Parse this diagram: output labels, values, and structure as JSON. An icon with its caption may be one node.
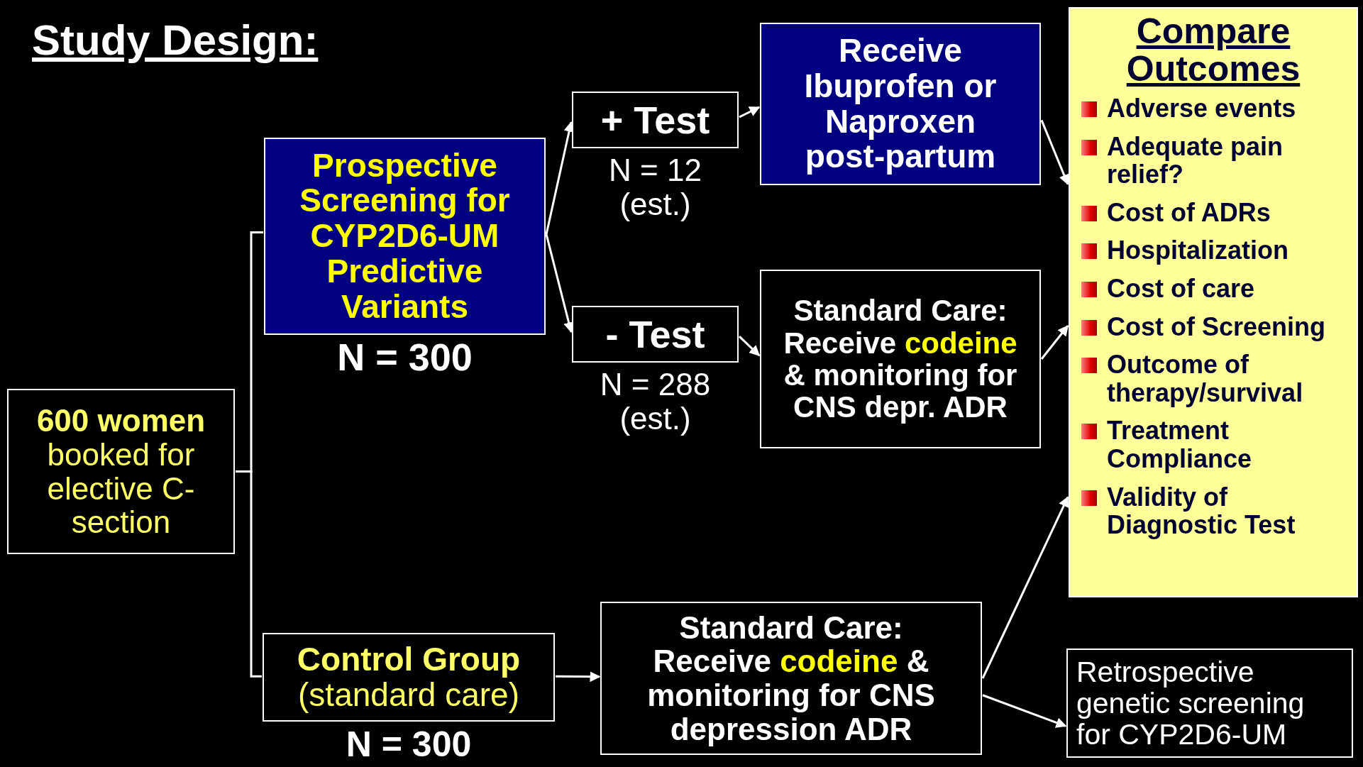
{
  "diagram": {
    "title": "Study Design:",
    "nodes": [
      {
        "text": [
          "**600 women** booked for elective C-section"
        ]
      },
      {
        "text": [
          "Prospective Screening for CYP2D6-UM Predictive Variants"
        ],
        "beside": [
          "N = 300"
        ]
      },
      {
        "text": [
          "+ Test"
        ],
        "beside": [
          "N = 12 (est.)"
        ]
      },
      {
        "text": [
          "- Test"
        ],
        "beside": [
          "N = 288 (est.)"
        ]
      },
      {
        "text": [
          "Receive Ibuprofen or Naproxen post-partum"
        ]
      },
      {
        "text": [
          "Standard Care: Receive *codeine* & monitoring for CNS depr. ADR"
        ]
      },
      {
        "text": [
          "Compare Outcomes",
          "Adverse events",
          "Adequate pain relief?",
          "Cost of ADRs",
          "Hospitalization",
          "Cost of care",
          "Cost of Screening",
          "Outcome of therapy/survival",
          "Treatment Compliance",
          "Validity of Diagnostic Test"
        ]
      },
      {
        "text": [
          "**Control Group** (standard care)"
        ],
        "beside": [
          "N = 300"
        ]
      },
      {
        "text": [
          "Standard Care: Receive *codeine* & monitoring for CNS depression ADR"
        ]
      },
      {
        "text": [
          "Retrospective genetic screening for CYP2D6-UM"
        ]
      }
    ],
    "edges": [
      {
        "from": 0,
        "to": 1,
        "arrow": "none"
      },
      {
        "from": 0,
        "to": 7,
        "arrow": "none"
      },
      {
        "from": 1,
        "to": 2,
        "arrow": "to"
      },
      {
        "from": 1,
        "to": 3,
        "arrow": "to"
      },
      {
        "from": 2,
        "to": 4,
        "arrow": "to"
      },
      {
        "from": 3,
        "to": 5,
        "arrow": "to"
      },
      {
        "from": 4,
        "to": 6,
        "arrow": "to"
      },
      {
        "from": 5,
        "to": 6,
        "arrow": "to"
      },
      {
        "from": 8,
        "to": 6,
        "arrow": "to"
      },
      {
        "from": 7,
        "to": 8,
        "arrow": "to"
      },
      {
        "from": 8,
        "to": 9,
        "arrow": "to"
      }
    ]
  }
}
